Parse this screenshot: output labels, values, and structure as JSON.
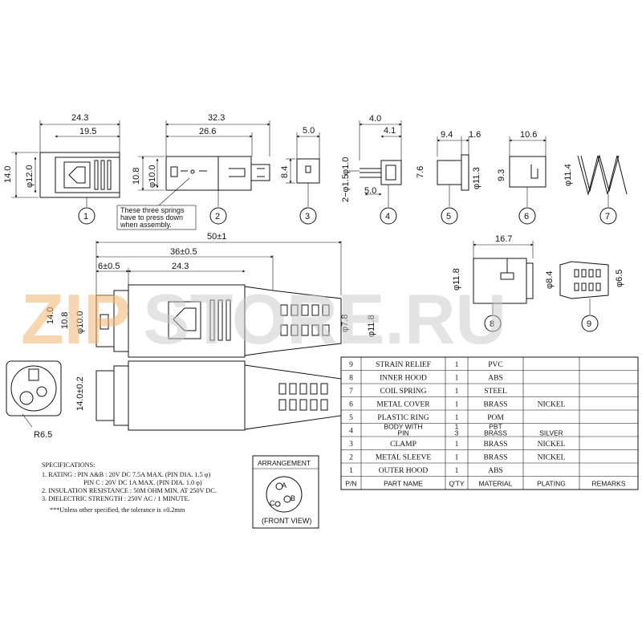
{
  "top_dims": {
    "p1_w": "24.3",
    "p1_w2": "19.5",
    "p1_h": "14.0",
    "p1_d": "φ12.0",
    "p2_w": "32.3",
    "p2_w2": "26.6",
    "p2_h": "10.8",
    "p2_d": "φ10.0",
    "p3_w": "5.0",
    "p3_h": "8.4",
    "p4_w": "4.0",
    "p4_w2": "4.1",
    "p4_d1": "φ1.0",
    "p4_d2": "2−φ1.5",
    "p4_b": "5.0",
    "p5_w": "9.4",
    "p5_w2": "1.6",
    "p5_h": "7.6",
    "p5_d": "φ11.3",
    "p6_w": "10.6",
    "p6_h": "9.3",
    "p7_d": "φ11.4"
  },
  "callouts": [
    "1",
    "2",
    "3",
    "4",
    "5",
    "6",
    "7",
    "8",
    "9"
  ],
  "note": [
    "These three springs",
    "have to press down",
    "when assembly."
  ],
  "mid_dims": {
    "total": "50±1",
    "len36": "36±0.5",
    "len6": "6±0.5",
    "len24": "24.3",
    "h14": "14.0",
    "h108": "10.8",
    "d10": "φ10.0",
    "d78": "φ7.8",
    "d118": "φ11.8",
    "p8_w": "16.7",
    "p8_d": "φ11.8",
    "p9_d1": "φ8.4",
    "p9_d2": "φ6.5"
  },
  "side_dims": {
    "h": "14.0±0.2",
    "r": "R6.5"
  },
  "watermark": {
    "accent": "ZIP",
    "rest": "STORE.RU",
    "accent_color": "#f2b36f"
  },
  "bom": {
    "headers": [
      "P/N",
      "PART NAME",
      "Q'TY",
      "MATERIAL",
      "PLATING",
      "REMARKS"
    ],
    "rows": [
      {
        "pn": "9",
        "name": "STRAIN RELIEF",
        "qty": "1",
        "material": "PVC",
        "plating": ""
      },
      {
        "pn": "8",
        "name": "INNER HOOD",
        "qty": "1",
        "material": "ABS",
        "plating": ""
      },
      {
        "pn": "7",
        "name": "COIL SPRING",
        "qty": "1",
        "material": "STEEL",
        "plating": ""
      },
      {
        "pn": "6",
        "name": "METAL COVER",
        "qty": "1",
        "material": "BRASS",
        "plating": "NICKEL"
      },
      {
        "pn": "5",
        "name": "PLASTIC RING",
        "qty": "1",
        "material": "POM",
        "plating": ""
      },
      {
        "pn": "4",
        "name": "BODY WITH",
        "name2": "PIN",
        "qty": "1",
        "qty2": "3",
        "material": "PBT",
        "material2": "BRASS",
        "plating": "",
        "plating2": "SILVER"
      },
      {
        "pn": "3",
        "name": "CLAMP",
        "qty": "1",
        "material": "BRASS",
        "plating": "NICKEL"
      },
      {
        "pn": "2",
        "name": "METAL SLEEVE",
        "qty": "1",
        "material": "BRASS",
        "plating": "NICKEL"
      },
      {
        "pn": "1",
        "name": "OUTER HOOD",
        "qty": "1",
        "material": "ABS",
        "plating": ""
      }
    ]
  },
  "specs": {
    "title": "SPECIFICATIONS:",
    "lines": [
      "1. RATING : PIN A&B : 20V DC 7.5A MAX. (PIN DIA. 1.5 φ)",
      "PIN C        : 20V DC 1A MAX. (PIN DIA. 1.0 φ)",
      "2. INSULATION RESISTANCE : 50M OHM MIN. AT 250V DC.",
      "3. DIELECTRIC STRENGTH : 250V AC / 1 MINUTE."
    ],
    "note": "***Unless other specified, the tolerance is ±0.2mm"
  },
  "arrangement": {
    "title": "ARRANGEMENT",
    "caption": "(FRONT VIEW)",
    "pins": [
      "A",
      "B",
      "C"
    ]
  }
}
